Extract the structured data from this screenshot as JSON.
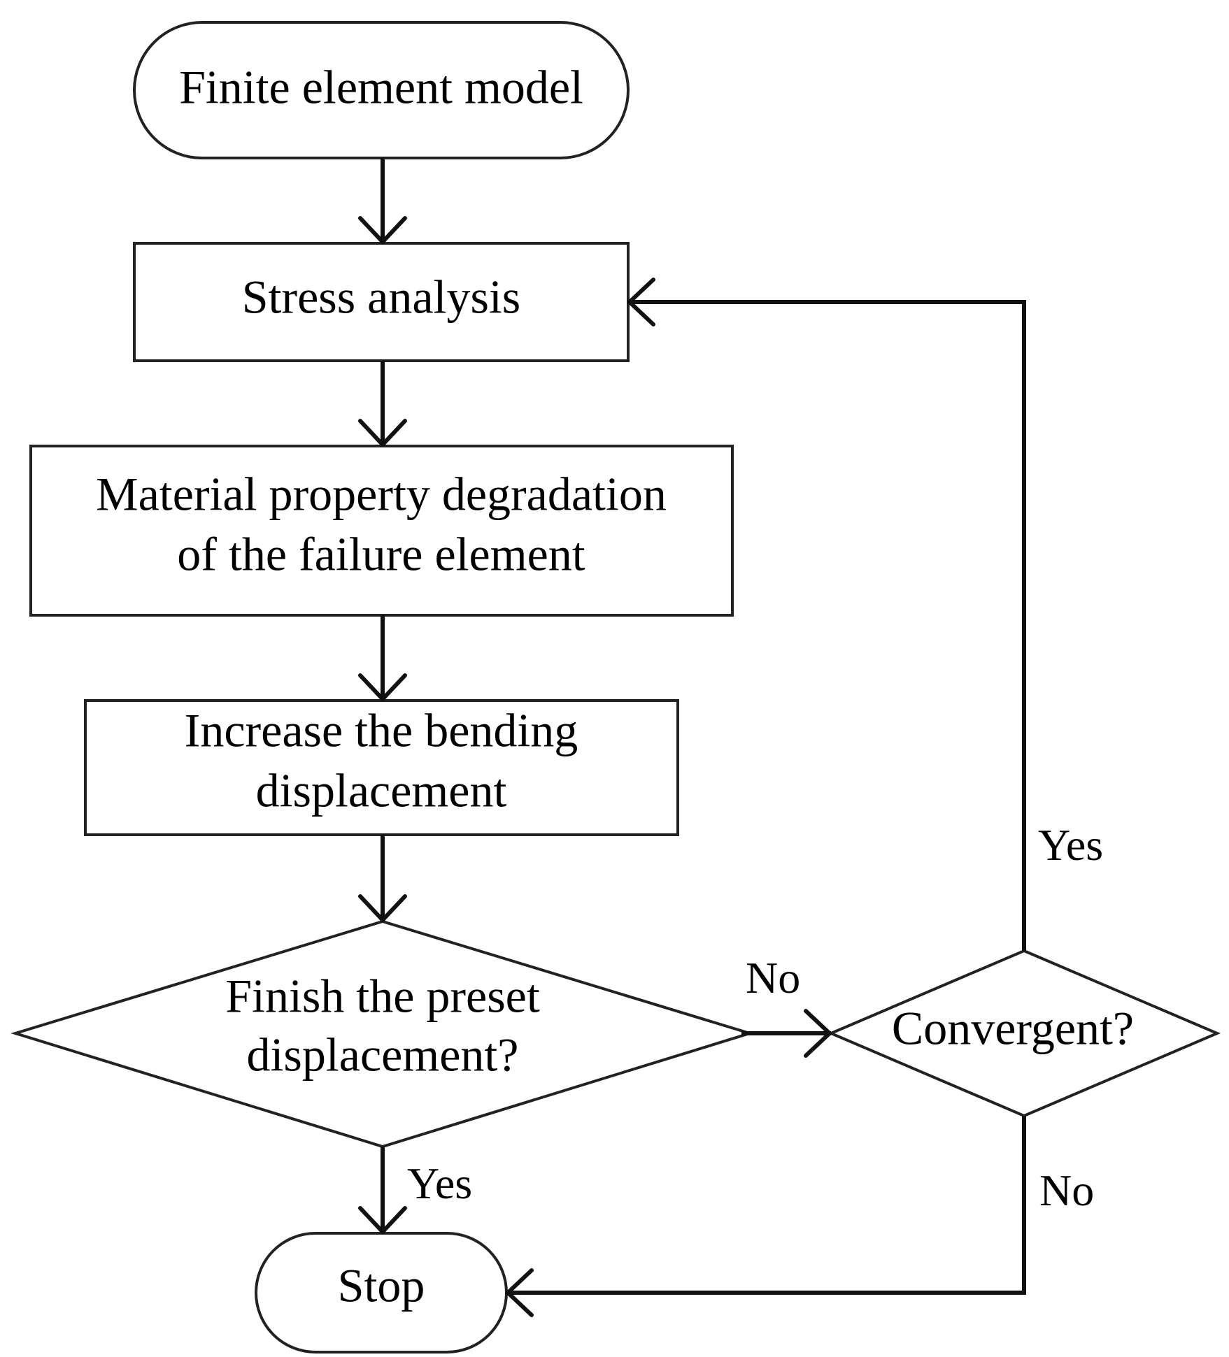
{
  "flowchart": {
    "nodes": {
      "start": {
        "shape": "terminator",
        "lines": [
          "Finite element model"
        ]
      },
      "stress": {
        "shape": "process",
        "lines": [
          "Stress analysis"
        ]
      },
      "degradation": {
        "shape": "process",
        "lines": [
          "Material property degradation",
          "of the failure element"
        ]
      },
      "increase": {
        "shape": "process",
        "lines": [
          "Increase the bending",
          "displacement"
        ]
      },
      "finish_check": {
        "shape": "decision",
        "lines": [
          "Finish the preset",
          "displacement?"
        ]
      },
      "convergent_check": {
        "shape": "decision",
        "lines": [
          "Convergent?"
        ]
      },
      "stop": {
        "shape": "terminator",
        "lines": [
          "Stop"
        ]
      }
    },
    "edges": [
      {
        "from": "start",
        "to": "stress",
        "label": ""
      },
      {
        "from": "stress",
        "to": "degradation",
        "label": ""
      },
      {
        "from": "degradation",
        "to": "increase",
        "label": ""
      },
      {
        "from": "increase",
        "to": "finish_check",
        "label": ""
      },
      {
        "from": "finish_check",
        "to": "stop",
        "label": "Yes"
      },
      {
        "from": "finish_check",
        "to": "convergent_check",
        "label": "No"
      },
      {
        "from": "convergent_check",
        "to": "stress",
        "label": "Yes"
      },
      {
        "from": "convergent_check",
        "to": "stop",
        "label": "No"
      }
    ]
  }
}
